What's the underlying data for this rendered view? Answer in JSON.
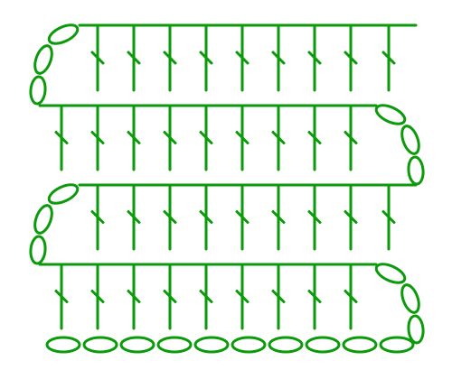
{
  "diagram": {
    "stroke_color": "#0a9a0a",
    "background": "#ffffff",
    "rows": [
      {
        "stitch": "double-crochet",
        "count": 9,
        "turn_chain": "left"
      },
      {
        "stitch": "double-crochet",
        "count": 9,
        "turn_chain": "right"
      },
      {
        "stitch": "double-crochet",
        "count": 9,
        "turn_chain": "left"
      },
      {
        "stitch": "double-crochet",
        "count": 9,
        "turn_chain": "right"
      }
    ],
    "foundation_chain_count": 10,
    "turning_chain_length": 3
  }
}
